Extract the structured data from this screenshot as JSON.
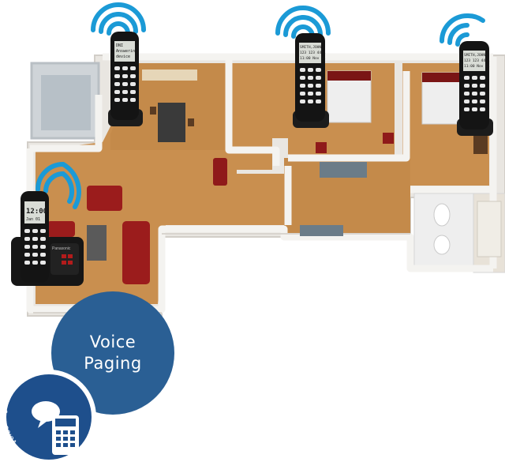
{
  "feature": {
    "voice_paging": [
      "Voice",
      "Paging"
    ],
    "badge_arc_text": "Voice Paging / Intercom"
  },
  "base_station": {
    "clock": "12:00",
    "screen_sub": "Jan 01",
    "brand": "Panasonic"
  },
  "handsets": [
    {
      "line1": "DNI",
      "line2": "Answering",
      "line3": "device"
    },
    {
      "line1": "SMITH,JOHN",
      "line2": "123 123 4444",
      "line3": "11:00 Nov 11"
    },
    {
      "line1": "SMITH,JOHN",
      "line2": "123 123 4444",
      "line3": "11:00 Nov 11"
    }
  ],
  "colors": {
    "accent_blue": "#1e4f8c",
    "wifi_blue": "#1b9ad6",
    "floor": "#c98f4f",
    "wall": "#f2f0ec",
    "sofa": "#9b1c1c"
  },
  "icons": [
    "wifi-signal-icon",
    "speech-bubble-icon",
    "keypad-handset-icon"
  ]
}
